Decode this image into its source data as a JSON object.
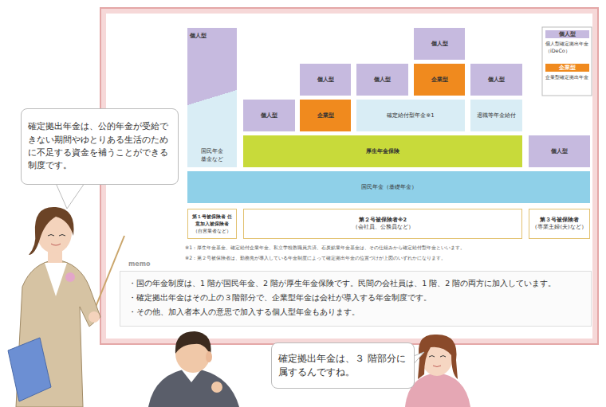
{
  "diagram": {
    "nodes": [
      {
        "text": [
          "確定拠出年金は、公的年金が受給できない期間やゆとりある生活のために不足する資金を補うことができる制度です。"
        ]
      },
      {
        "text": [
          "個人型",
          "国民年金基金など"
        ]
      },
      {
        "text": [
          "個人型"
        ]
      },
      {
        "text": [
          "個人型"
        ]
      },
      {
        "text": [
          "個人型"
        ]
      },
      {
        "text": [
          "企業型"
        ]
      },
      {
        "text": [
          "個人型"
        ]
      },
      {
        "text": [
          "個人型"
        ]
      },
      {
        "text": [
          "企業型"
        ]
      },
      {
        "text": [
          "確定給付型年金※1"
        ]
      },
      {
        "text": [
          "退職等年金給付"
        ]
      },
      {
        "text": [
          "厚生年金保険"
        ]
      },
      {
        "text": [
          "個人型"
        ]
      },
      {
        "text": [
          "国民年金（基礎年金）"
        ]
      },
      {
        "text": [
          "第１号被保険者 任意加入被保険者",
          "（自営業者など）"
        ]
      },
      {
        "text": [
          "第２号被保険者※2",
          "（会社員、公務員など）"
        ]
      },
      {
        "text": [
          "第３号被保険者",
          "（専業主婦(夫)など）"
        ]
      },
      {
        "text": [
          "memo",
          "・国の年金制度は、1 階が国民年金、2 階が厚生年金保険です。民間の会社員は、1 階、2 階の両方に加入しています。",
          "・確定拠出年金はその上の３階部分で、企業型年金は会社が導入する年金制度です。",
          "・その他、加入者本人の意思で加入する個人型年金もあります。"
        ]
      },
      {
        "text": [
          "確定拠出年金は、３ 階部分に属するんですね。"
        ]
      }
    ],
    "labels": [
      "※1：厚生年金基金、確定給付企業年金、私立学校教職員共済、石炭鉱業年金基金は、その仕組みから確定給付型年金といいます。",
      "※2：第２号被保険者は、勤務先が導入している年金制度によって確定拠出年金の位置づけが上図のいずれかになります。",
      "個人型",
      "企業型"
    ],
    "legend": [
      {
        "text": "個人型確定拠出年金（iDeCo）",
        "color": "#c6badf"
      },
      {
        "text": "企業型確定拠出年金",
        "color": "#f08a1e"
      }
    ]
  }
}
